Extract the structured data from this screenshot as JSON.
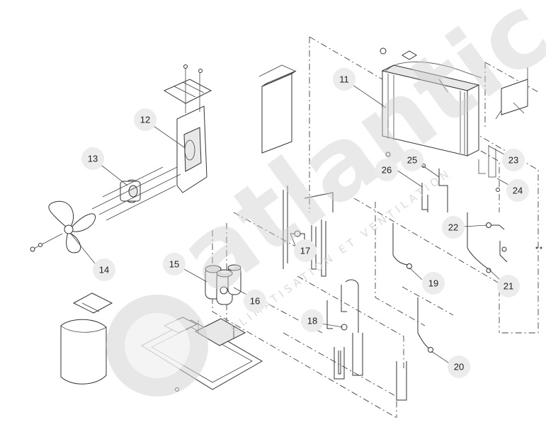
{
  "diagram": {
    "callouts": [
      {
        "id": "c11",
        "label": "11"
      },
      {
        "id": "c12",
        "label": "12"
      },
      {
        "id": "c13",
        "label": "13"
      },
      {
        "id": "c14",
        "label": "14"
      },
      {
        "id": "c15",
        "label": "15"
      },
      {
        "id": "c16",
        "label": "16"
      },
      {
        "id": "c17",
        "label": "17"
      },
      {
        "id": "c18",
        "label": "18"
      },
      {
        "id": "c19",
        "label": "19"
      },
      {
        "id": "c20",
        "label": "20"
      },
      {
        "id": "c21",
        "label": "21"
      },
      {
        "id": "c22",
        "label": "22"
      },
      {
        "id": "c23",
        "label": "23"
      },
      {
        "id": "c24",
        "label": "24"
      },
      {
        "id": "c25",
        "label": "25"
      },
      {
        "id": "c26",
        "label": "26"
      }
    ]
  },
  "watermark": {
    "brand": "atlantic",
    "tagline": "CLIMATISATION ET VENTILATION"
  },
  "colors": {
    "line": "#333333",
    "callout_fill": "#ececec",
    "watermark": "#d4d4d4"
  }
}
